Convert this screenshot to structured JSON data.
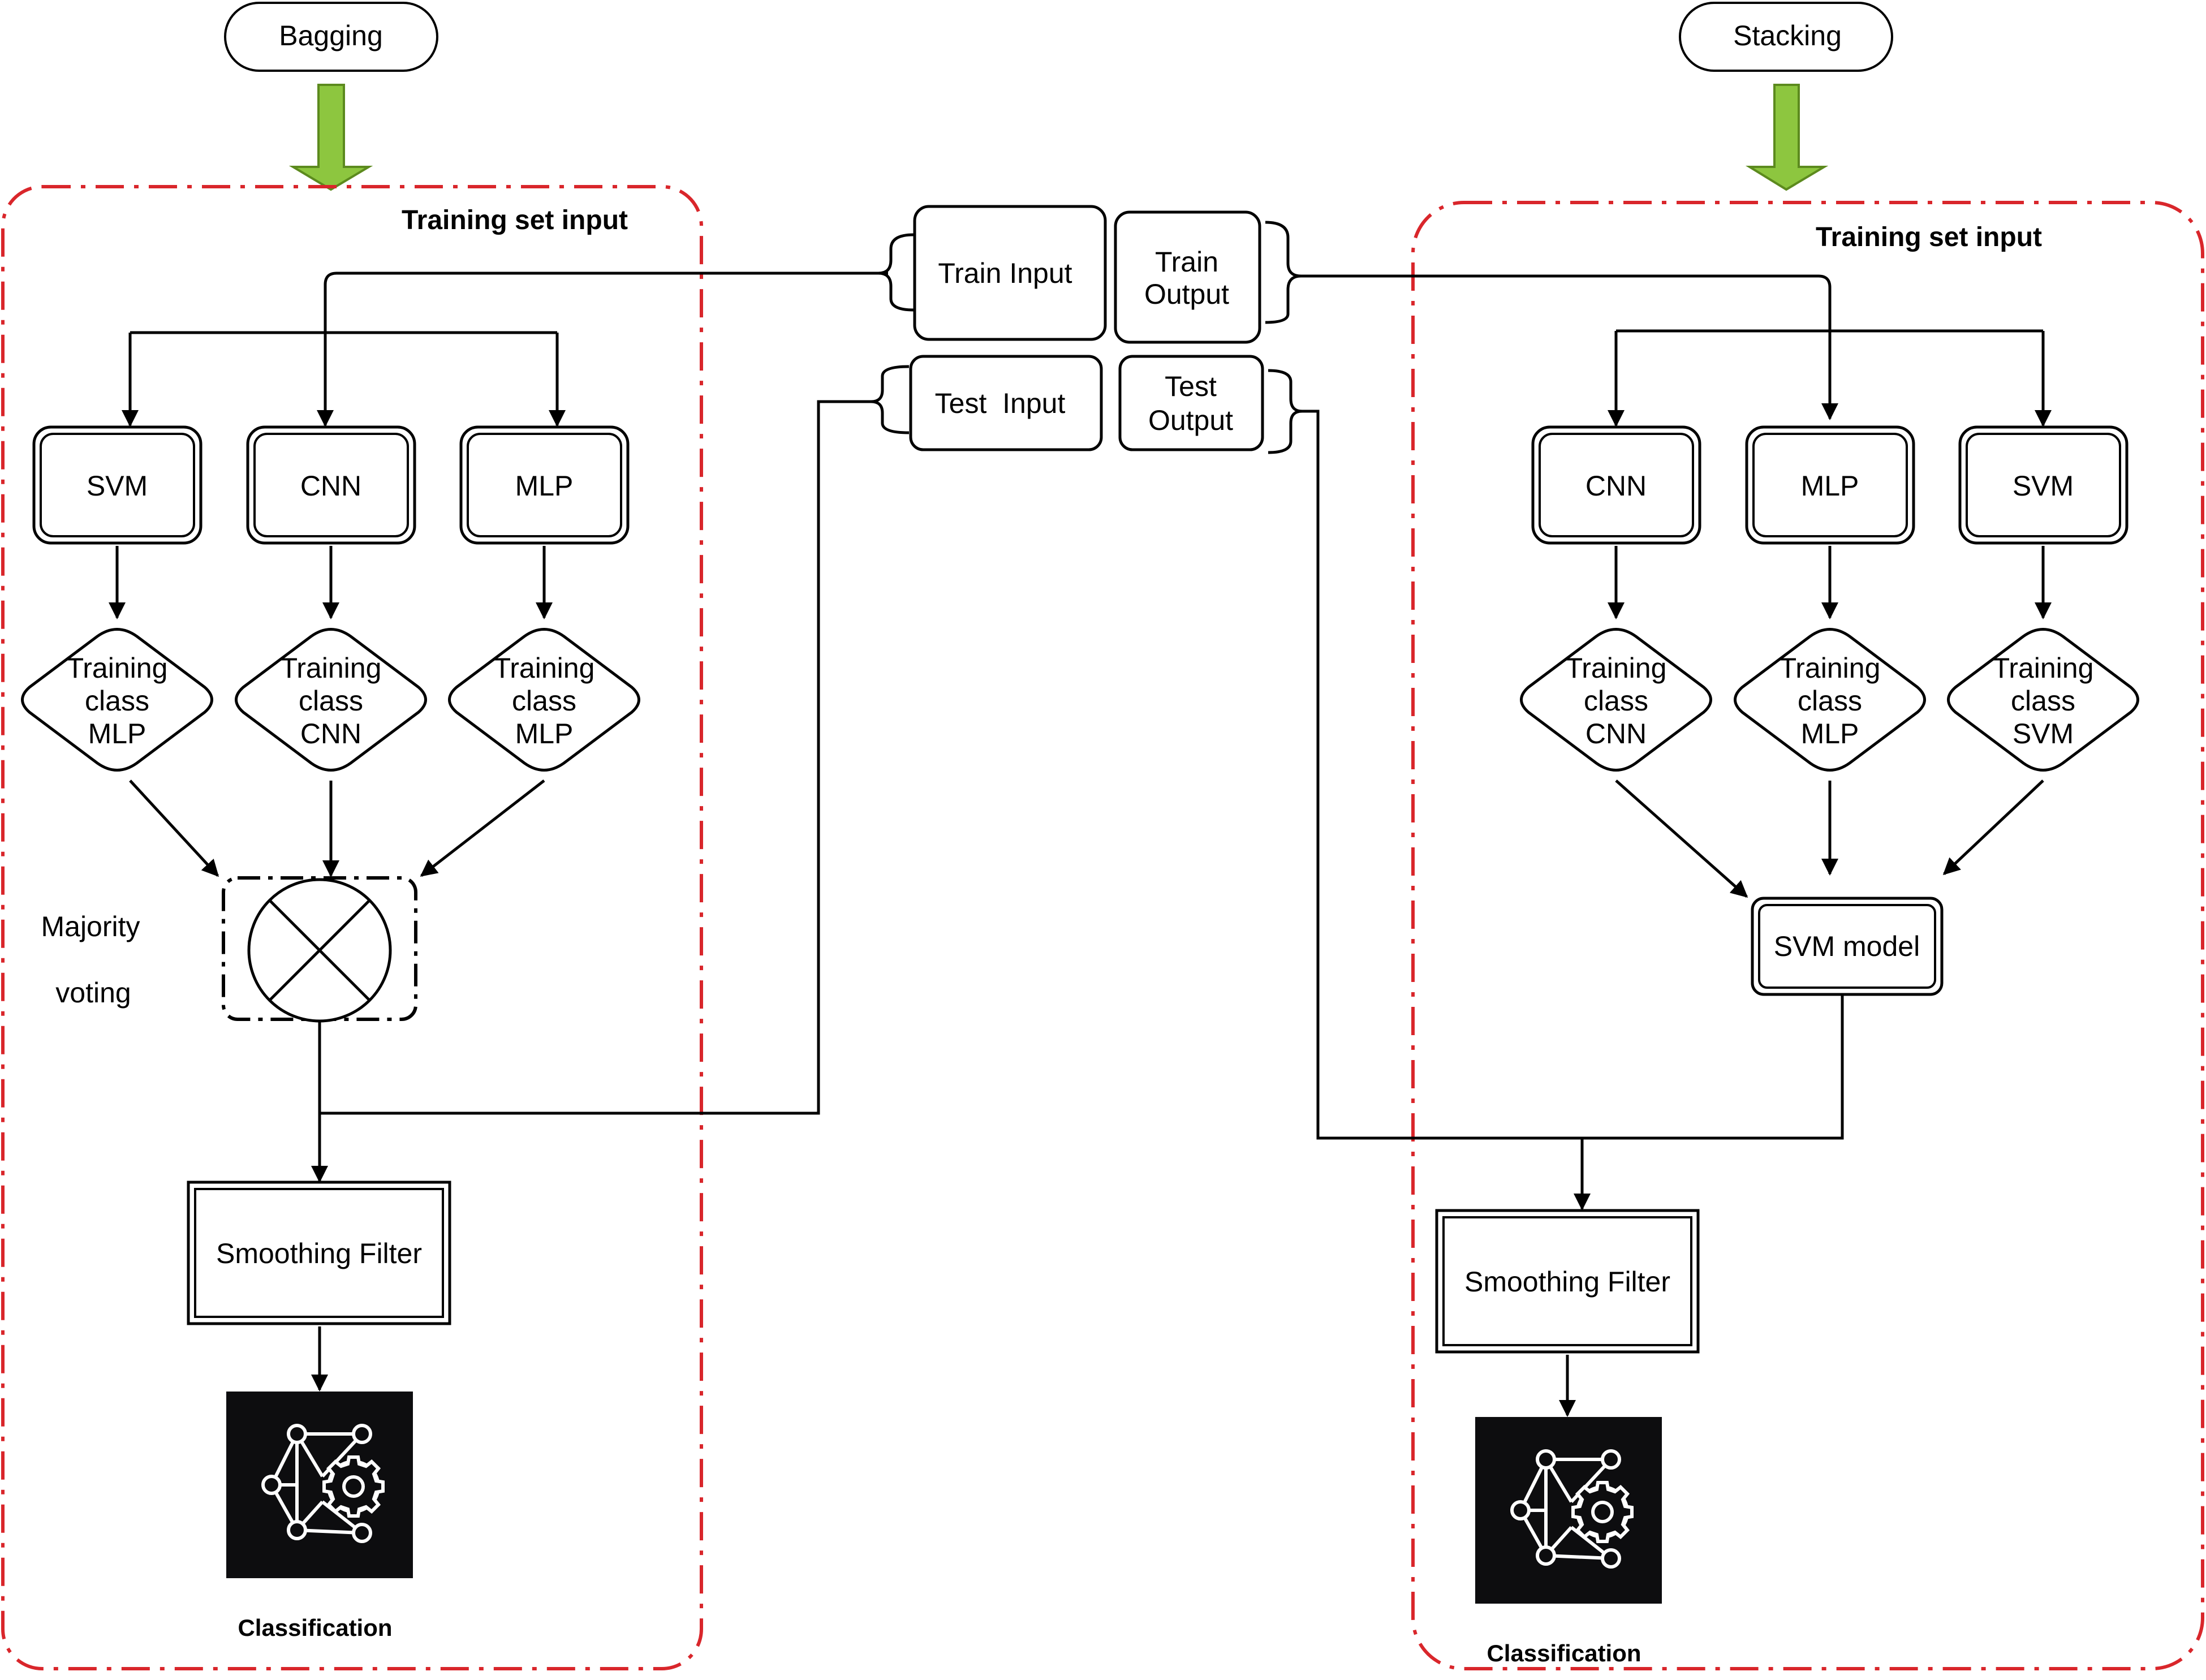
{
  "bagging": {
    "title": "Bagging",
    "frame_label": "Training set input",
    "models": [
      "SVM",
      "CNN",
      "MLP"
    ],
    "training_nodes": [
      [
        "Training",
        "class",
        "MLP"
      ],
      [
        "Training",
        "class",
        "CNN"
      ],
      [
        "Training",
        "class",
        "MLP"
      ]
    ],
    "combiner_label_1": "Majority",
    "combiner_label_2": "voting",
    "filter_label": "Smoothing Filter",
    "output_label": "Classification"
  },
  "stacking": {
    "title": "Stacking",
    "frame_label": "Training set input",
    "models": [
      "CNN",
      "MLP",
      "SVM"
    ],
    "training_nodes": [
      [
        "Training",
        "class",
        "CNN"
      ],
      [
        "Training",
        "class",
        "MLP"
      ],
      [
        "Training",
        "class",
        "SVM"
      ]
    ],
    "meta_model_label": "SVM model",
    "filter_label": "Smoothing Filter",
    "output_label": "Classification"
  },
  "data": {
    "train_input": "Train Input",
    "train_output_1": "Train",
    "train_output_2": "Output",
    "test_input": "Test  Input",
    "test_output_1": "Test",
    "test_output_2": "Output"
  },
  "colors": {
    "frame": "#d9262b",
    "arrow": "#8dc63f",
    "arrow_edge": "#5c8a1e",
    "icon_bg": "#0d0d0f"
  },
  "icons": [
    "down-arrow",
    "neural-network-gear-icon"
  ]
}
